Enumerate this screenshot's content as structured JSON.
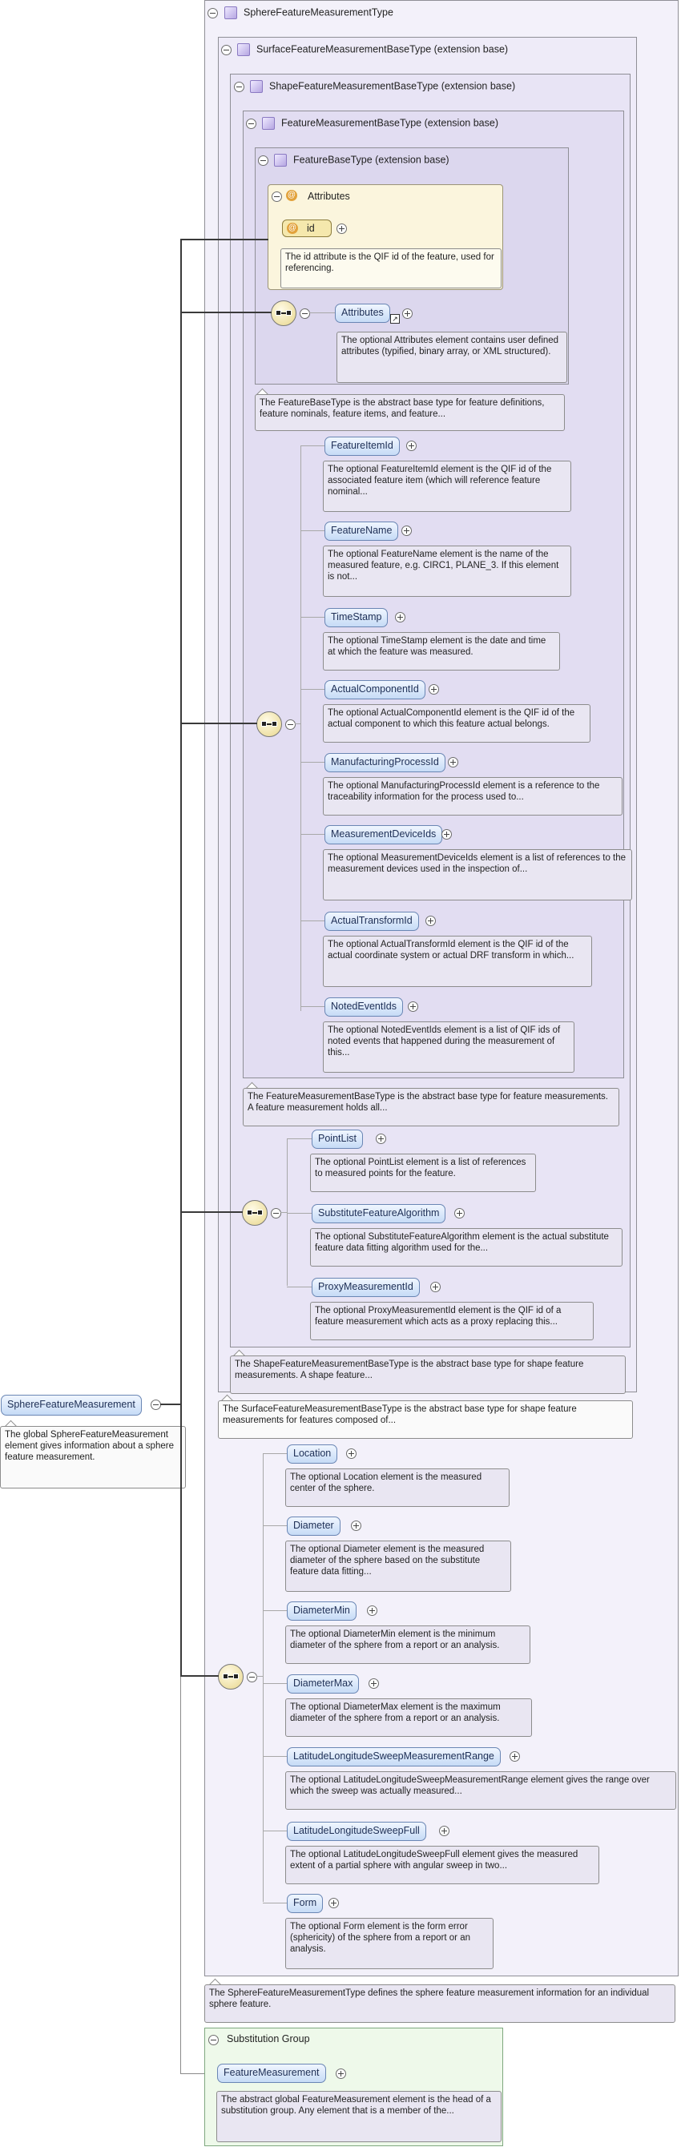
{
  "types": {
    "sphere": "SphereFeatureMeasurementType",
    "surface": "SurfaceFeatureMeasurementBaseType (extension base)",
    "shape": "ShapeFeatureMeasurementBaseType (extension base)",
    "measurement": "FeatureMeasurementBaseType (extension base)",
    "base": "FeatureBaseType (extension base)"
  },
  "attributes_group": {
    "title": "Attributes",
    "id_label": "id",
    "id_doc": "The id attribute is the QIF id of the feature, used for referencing."
  },
  "base_attributes": {
    "label": "Attributes",
    "doc": "The optional Attributes element contains user defined attributes (typified, binary array, or XML structured)."
  },
  "base_type_doc": "The FeatureBaseType is the abstract base type for feature definitions, feature nominals, feature items, and feature...",
  "measurement_items": [
    {
      "label": "FeatureItemId",
      "doc": "The optional FeatureItemId element is the QIF id of the associated feature item (which will reference feature nominal..."
    },
    {
      "label": "FeatureName",
      "doc": "The optional FeatureName element is the name of the measured feature, e.g. CIRC1, PLANE_3. If this element is not..."
    },
    {
      "label": "TimeStamp",
      "doc": "The optional TimeStamp element is the date and time at which the feature was measured."
    },
    {
      "label": "ActualComponentId",
      "doc": "The optional ActualComponentId element is the QIF id of the actual component to which this feature actual belongs."
    },
    {
      "label": "ManufacturingProcessId",
      "doc": "The optional ManufacturingProcessId element is a reference to the traceability information for the process used to..."
    },
    {
      "label": "MeasurementDeviceIds",
      "doc": "The optional MeasurementDeviceIds element is a list of references to the measurement devices used in the inspection of..."
    },
    {
      "label": "ActualTransformId",
      "doc": "The optional ActualTransformId element is the QIF id of the actual coordinate system or actual DRF transform in which..."
    },
    {
      "label": "NotedEventIds",
      "doc": "The optional NotedEventIds element is a list of QIF ids of noted events that happened during the measurement of this..."
    }
  ],
  "measurement_type_doc": "The FeatureMeasurementBaseType is the abstract base type for feature measurements. A feature measurement holds all...",
  "shape_items": [
    {
      "label": "PointList",
      "doc": "The optional PointList element is a list of references to measured points for the feature."
    },
    {
      "label": "SubstituteFeatureAlgorithm",
      "doc": "The optional SubstituteFeatureAlgorithm element is the actual substitute feature data fitting algorithm used for the..."
    },
    {
      "label": "ProxyMeasurementId",
      "doc": "The optional ProxyMeasurementId element is the QIF id of a feature measurement which acts as a proxy replacing this..."
    }
  ],
  "shape_type_doc": "The ShapeFeatureMeasurementBaseType is the abstract base type for shape feature measurements. A shape feature...",
  "surface_type_doc": "The SurfaceFeatureMeasurementBaseType is the abstract base type for shape feature measurements for features composed of...",
  "sphere_items": [
    {
      "label": "Location",
      "doc": "The optional Location element is the measured center of the sphere."
    },
    {
      "label": "Diameter",
      "doc": "The optional Diameter element is the measured diameter of the sphere based on the substitute feature data fitting..."
    },
    {
      "label": "DiameterMin",
      "doc": "The optional DiameterMin element is the minimum diameter of the sphere from a report or an analysis."
    },
    {
      "label": "DiameterMax",
      "doc": "The optional DiameterMax element is the maximum diameter of the sphere from a report or an analysis."
    },
    {
      "label": "LatitudeLongitudeSweepMeasurementRange",
      "doc": "The optional LatitudeLongitudeSweepMeasurementRange element gives the range over which the sweep was actually measured..."
    },
    {
      "label": "LatitudeLongitudeSweepFull",
      "doc": "The optional LatitudeLongitudeSweepFull element gives the measured extent of a partial sphere with angular sweep in two..."
    },
    {
      "label": "Form",
      "doc": "The optional Form element is the form error (sphericity) of the sphere from a report or an analysis."
    }
  ],
  "sphere_type_doc": "The SphereFeatureMeasurementType defines the sphere feature measurement information for an individual sphere feature.",
  "root": {
    "label": "SphereFeatureMeasurement",
    "doc": "The global SphereFeatureMeasurement element gives information about a sphere feature measurement."
  },
  "substitution": {
    "title": "Substitution Group",
    "label": "FeatureMeasurement",
    "doc": "The abstract global FeatureMeasurement element is the head of a substitution group. Any element that is a member of the..."
  }
}
